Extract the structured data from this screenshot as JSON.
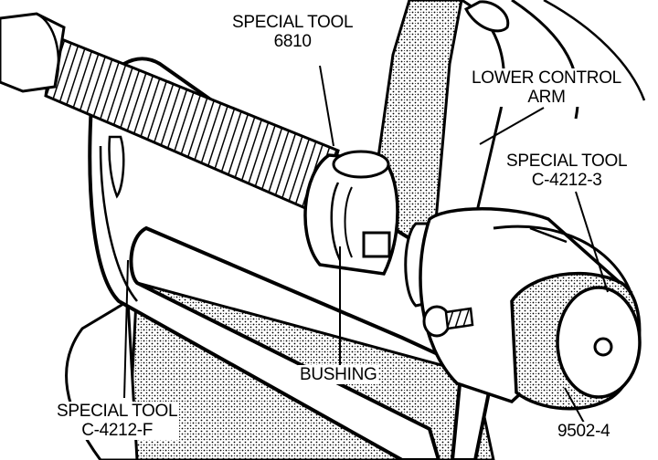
{
  "labels": {
    "tool_6810": {
      "line1": "SPECIAL TOOL",
      "line2": "6810"
    },
    "lower_control_arm": {
      "line1": "LOWER CONTROL",
      "line2": "ARM"
    },
    "tool_c4212_3": {
      "line1": "SPECIAL TOOL",
      "line2": "C-4212-3"
    },
    "bushing": {
      "line1": "BUSHING"
    },
    "tool_c4212_f": {
      "line1": "SPECIAL TOOL",
      "line2": "C-4212-F"
    },
    "part_9502_4": {
      "line1": "9502-4"
    }
  }
}
